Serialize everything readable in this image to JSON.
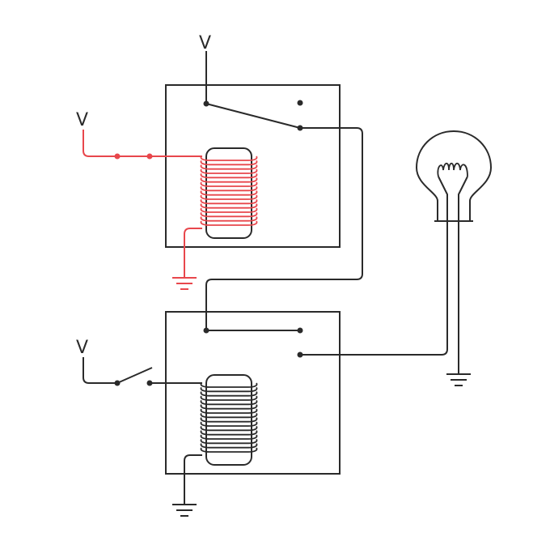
{
  "diagram": {
    "labels": {
      "top_supply": "V",
      "relay1_input": "V",
      "relay2_input": "V"
    },
    "colors": {
      "wire": "#2a2a2a",
      "energized": "#e8474c",
      "background": "#ffffff"
    },
    "components": {
      "relay1": {
        "state": "energized",
        "coil_turns": 16
      },
      "relay2": {
        "state": "de-energized",
        "coil_turns": 16
      },
      "input_switch": {
        "state": "open"
      },
      "lamp": {
        "state": "off"
      }
    }
  }
}
